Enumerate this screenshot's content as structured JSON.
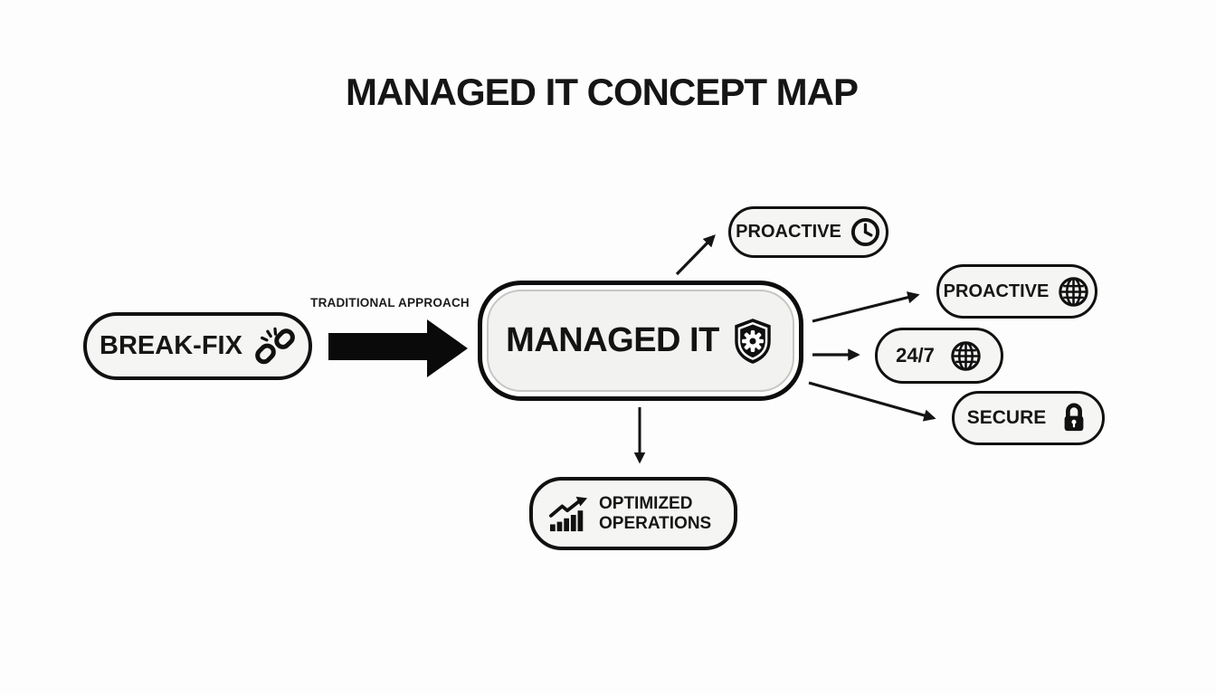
{
  "title": "MANAGED IT CONCEPT MAP",
  "colors": {
    "ink": "#141414",
    "pill_fill": "#f5f5f3",
    "center_fill": "#f2f2f0",
    "center_inner_ring": "#c6c6c3",
    "background": "#fdfdfd"
  },
  "diagram": {
    "source": {
      "label": "BREAK-FIX",
      "icon": "broken-link-icon"
    },
    "transition": {
      "label": "TRADITIONAL APPROACH",
      "arrow": "thick-right-arrow"
    },
    "center": {
      "label": "MANAGED IT",
      "icon": "shield-gear-icon"
    },
    "branches": [
      {
        "label": "PROACTIVE",
        "icon": "clock-icon"
      },
      {
        "label": "PROACTIVE",
        "icon": "globe-icon"
      },
      {
        "label": "24/7",
        "icon": "globe-icon"
      },
      {
        "label": "SECURE",
        "icon": "lock-icon"
      },
      {
        "label": "OPTIMIZED OPERATIONS",
        "icon": "trending-bar-chart-icon"
      }
    ]
  }
}
